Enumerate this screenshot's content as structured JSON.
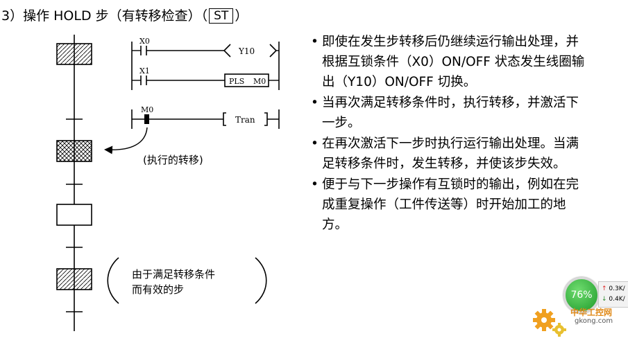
{
  "title": {
    "prefix": "3）操作 HOLD 步（有转移检查）（",
    "st_label": "ST",
    "suffix": "）"
  },
  "ladder": {
    "contact_x0": "X0",
    "contact_x1": "X1",
    "contact_m0": "M0",
    "coil_y10": "Y10",
    "coil_pls": "PLS",
    "coil_pls_device": "M0",
    "coil_tran": "Tran",
    "transfer_note": "(执行的转移)"
  },
  "bracket_note": {
    "line1": "由于满足转移条件",
    "line2": "而有效的步"
  },
  "bullets": [
    "即使在发生步转移后仍继续运行输出处理，并根据互锁条件（X0）ON/OFF 状态发生线圈输出（Y10）ON/OFF 切换。",
    "当再次满足转移条件时，执行转移，并激活下一步。",
    "在再次激活下一步时执行运行输出处理。当满足转移条件时，发生转移，并使该步失效。",
    "便于与下一步操作有互锁时的输出，例如在完成重复操作（工件传送等）时开始加工的地方。"
  ],
  "overlay": {
    "percent": "76%",
    "upload": "0.3K/",
    "download": "0.4K/",
    "logo_cn": "中华工控网",
    "logo_url": "gkong.com"
  }
}
